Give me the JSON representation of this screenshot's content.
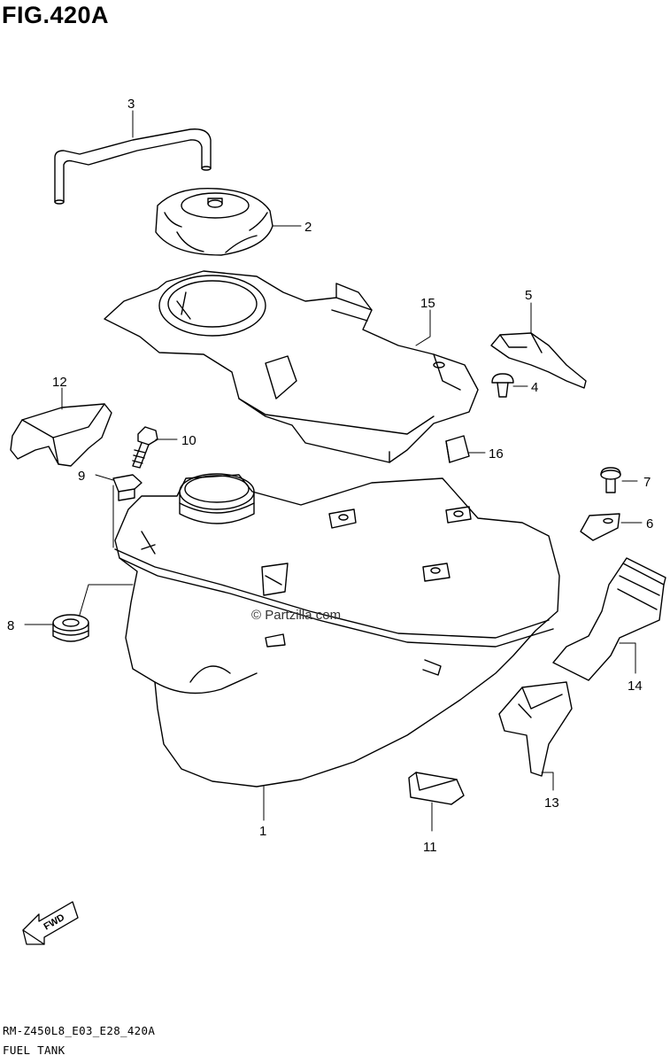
{
  "figure": {
    "title": "FIG.420A"
  },
  "watermark": "© Partzilla.com",
  "direction_marker": {
    "label": "FWD",
    "icon": "arrow-fwd-icon"
  },
  "callouts": [
    {
      "id": "1",
      "label": "1"
    },
    {
      "id": "2",
      "label": "2"
    },
    {
      "id": "3",
      "label": "3"
    },
    {
      "id": "4",
      "label": "4"
    },
    {
      "id": "5",
      "label": "5"
    },
    {
      "id": "6",
      "label": "6"
    },
    {
      "id": "7",
      "label": "7"
    },
    {
      "id": "8",
      "label": "8"
    },
    {
      "id": "9",
      "label": "9"
    },
    {
      "id": "10",
      "label": "10"
    },
    {
      "id": "11",
      "label": "11"
    },
    {
      "id": "12",
      "label": "12"
    },
    {
      "id": "13",
      "label": "13"
    },
    {
      "id": "14",
      "label": "14"
    },
    {
      "id": "15",
      "label": "15"
    },
    {
      "id": "16",
      "label": "16"
    }
  ],
  "footer": {
    "code": "RM-Z450L8_E03_E28_420A",
    "name": "FUEL TANK"
  },
  "colors": {
    "line": "#000000",
    "background": "#ffffff"
  }
}
